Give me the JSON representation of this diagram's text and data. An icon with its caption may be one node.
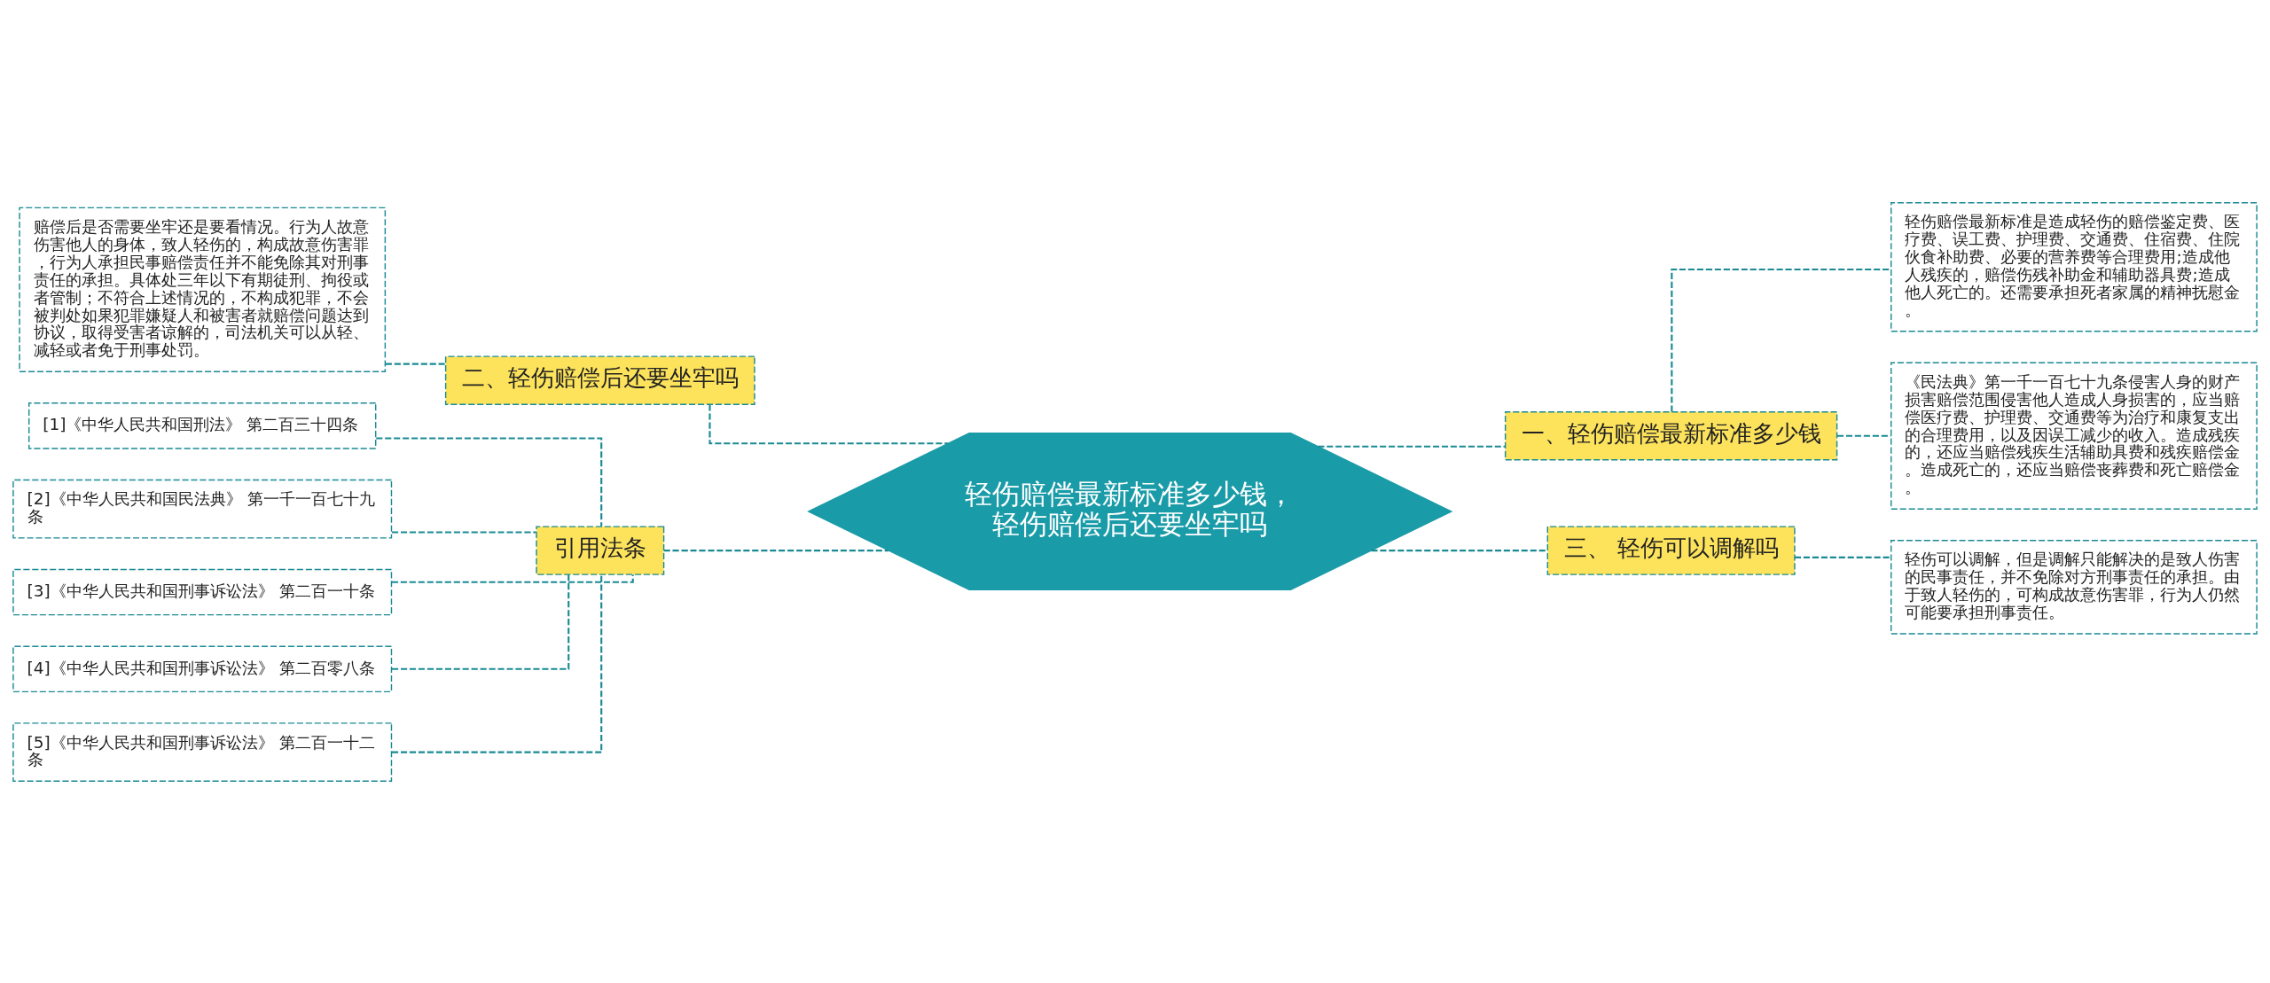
{
  "diagram": {
    "nodes": [
      {
        "text": [
          "轻伤赔偿最新标准多少钱，轻伤赔偿后还要坐牢吗"
        ]
      },
      {
        "text": [
          "二、轻伤赔偿后还要坐牢吗"
        ]
      },
      {
        "text": [
          "赔偿后是否需要坐牢还是要看情况。行为人故意伤害他人的身体，致人轻伤的，构成故意伤害罪，行为人承担民事赔偿责任并不能免除其对刑事责任的承担。具体处三年以下有期徒刑、拘役或者管制；不符合上述情况的，不构成犯罪，不会被判处如果犯罪嫌疑人和被害者就赔偿问题达到协议，取得受害者谅解的，司法机关可以从轻、减轻或者免于刑事处罚。"
        ]
      },
      {
        "text": [
          "引用法条"
        ]
      },
      {
        "text": [
          "[1]《中华人民共和国刑法》 第二百三十四条"
        ]
      },
      {
        "text": [
          "[2]《中华人民共和国民法典》 第一千一百七十九条"
        ]
      },
      {
        "text": [
          "[3]《中华人民共和国刑事诉讼法》 第二百一十条"
        ]
      },
      {
        "text": [
          "[4]《中华人民共和国刑事诉讼法》 第二百零八条"
        ]
      },
      {
        "text": [
          "[5]《中华人民共和国刑事诉讼法》 第二百一十二条"
        ]
      },
      {
        "text": [
          "一、轻伤赔偿最新标准多少钱"
        ]
      },
      {
        "text": [
          "轻伤赔偿最新标准是造成轻伤的赔偿鉴定费、医疗费、误工费、护理费、交通费、住宿费、住院伙食补助费、必要的营养费等合理费用;造成他人残疾的，赔偿伤残补助金和辅助器具费;造成他人死亡的。还需要承担死者家属的精神抚慰金。"
        ]
      },
      {
        "text": [
          "《民法典》第一千一百七十九条侵害人身的财产损害赔偿范围侵害他人造成人身损害的，应当赔偿医疗费、护理费、交通费等为治疗和康复支出的合理费用，以及因误工减少的收入。造成残疾的，还应当赔偿残疾生活辅助具费和残疾赔偿金。造成死亡的，还应当赔偿丧葬费和死亡赔偿金。"
        ]
      },
      {
        "text": [
          "三、 轻伤可以调解吗"
        ]
      },
      {
        "text": [
          "轻伤可以调解，但是调解只能解决的是致人伤害的民事责任，并不免除对方刑事责任的承担。由于致人轻伤的，可构成故意伤害罪，行为人仍然可能要承担刑事责任。"
        ]
      }
    ],
    "edges": [
      {
        "from": 0,
        "to": 1,
        "arrow": "none"
      },
      {
        "from": 1,
        "to": 2,
        "arrow": "none"
      },
      {
        "from": 0,
        "to": 3,
        "arrow": "none"
      },
      {
        "from": 3,
        "to": 4,
        "arrow": "none"
      },
      {
        "from": 3,
        "to": 5,
        "arrow": "none"
      },
      {
        "from": 3,
        "to": 6,
        "arrow": "none"
      },
      {
        "from": 3,
        "to": 7,
        "arrow": "none"
      },
      {
        "from": 3,
        "to": 8,
        "arrow": "none"
      },
      {
        "from": 0,
        "to": 9,
        "arrow": "none"
      },
      {
        "from": 9,
        "to": 10,
        "arrow": "none"
      },
      {
        "from": 9,
        "to": 11,
        "arrow": "none"
      },
      {
        "from": 0,
        "to": 12,
        "arrow": "none"
      },
      {
        "from": 12,
        "to": 13,
        "arrow": "none"
      }
    ]
  }
}
